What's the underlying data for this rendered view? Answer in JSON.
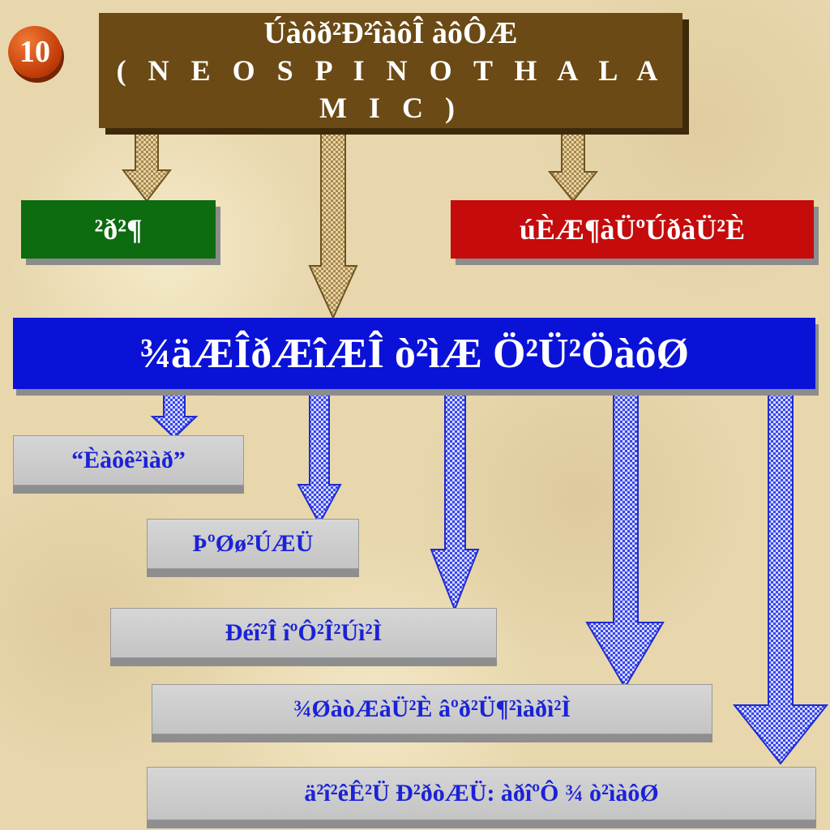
{
  "slide_number": "10",
  "title": {
    "line1": "Úàôð²Ð²îàôÎ àôÔÆ",
    "line2": "( N E O S P I N O T H A L A M I C )"
  },
  "branches": {
    "left": "²ð²¶",
    "right": "úÈÆ¶àÜºÚðàÜ²È"
  },
  "main_bar": "¾äÆÎðÆîÆÎ ò²ìÆ Ö²Ü²ÖàôØ",
  "items": [
    "“Èàôê²ìàð”",
    "ÞºØø²ÚÆÜ",
    "Ðéî²Î îºÔ²Î²Úì²Ì",
    "¾ØàòÆàÜ²È âºð²Ü¶²ìàðì²Ì",
    "ä²î²êÊ²Ü Ð²ðòÆÜ: àðîºÔ ¾ ò²ìàôØ"
  ],
  "colors": {
    "title_bg": "#6b4a15",
    "slide_badge": "#d2490a",
    "left_branch_bg": "#0d6b10",
    "right_branch_bg": "#c50b0b",
    "main_bar_bg": "#0a12d8",
    "item_text": "#1a22d8",
    "item_bg": "#cfcfcf",
    "brown_arrow": "#b89a62",
    "blue_arrow": "#4b55e8"
  }
}
